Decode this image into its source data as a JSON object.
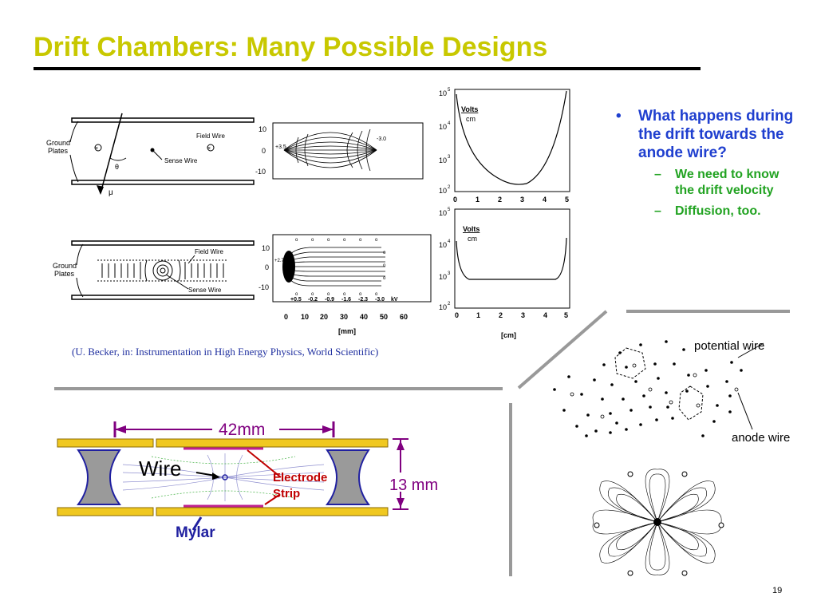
{
  "slide": {
    "title": "Drift Chambers: Many Possible Designs",
    "page_number": "19",
    "citation": "(U. Becker, in: Instrumentation in High Energy Physics, World Scientific)"
  },
  "bullets": [
    {
      "text": "What happens during the drift towards the anode wire?",
      "sub": [
        "We need to know the drift velocity",
        "Diffusion, too."
      ]
    }
  ],
  "figures": {
    "chamber_top": {
      "ground_plates": "Ground Plates",
      "field_wire": "Field Wire",
      "sense_wire": "Sense Wire",
      "mu": "μ",
      "theta": "θ"
    },
    "chamber_bottom": {
      "ground_plates": "Ground Plates",
      "field_wire": "Field Wire",
      "sense_wire": "Sense Wire"
    },
    "field_plot_top": {
      "y_ticks": [
        "10",
        "0",
        "-10"
      ],
      "left_label": "+3.5",
      "right_label": "-3.0"
    },
    "field_plot_bottom": {
      "y_ticks": [
        "10",
        "0",
        "-10"
      ],
      "left_label": "+2.7",
      "potentials": [
        "+0.5",
        "-0.2",
        "-0.9",
        "-1.6",
        "-2.3",
        "-3.0",
        "kV"
      ],
      "x_ticks": [
        "0",
        "10",
        "20",
        "30",
        "40",
        "50",
        "60"
      ],
      "x_unit": "[mm]"
    },
    "volts_plot_top": {
      "unit_num": "Volts",
      "unit_den": "cm",
      "y_ticks": [
        "10",
        "10",
        "10",
        "10"
      ],
      "y_exps": [
        "5",
        "4",
        "3",
        "2"
      ],
      "x_ticks": [
        "0",
        "1",
        "2",
        "3",
        "4",
        "5"
      ]
    },
    "volts_plot_bottom": {
      "unit_num": "Volts",
      "unit_den": "cm",
      "y_ticks": [
        "10",
        "10",
        "10",
        "10"
      ],
      "y_exps": [
        "5",
        "4",
        "3",
        "2"
      ],
      "x_ticks": [
        "0",
        "1",
        "2",
        "3",
        "4",
        "5"
      ],
      "x_unit": "[cm]"
    },
    "hex_cells": {
      "potential_wire": "potential wire",
      "anode_wire": "anode wire"
    },
    "strip_chamber": {
      "width": "42mm",
      "height": "13 mm",
      "wire": "Wire",
      "electrode": "Electrode",
      "strip": "Strip",
      "mylar": "Mylar"
    }
  },
  "colors": {
    "title": "#c8c800",
    "bullet": "#1f3fcf",
    "sub_bullet": "#22a322",
    "citation": "#1f2f9f"
  }
}
